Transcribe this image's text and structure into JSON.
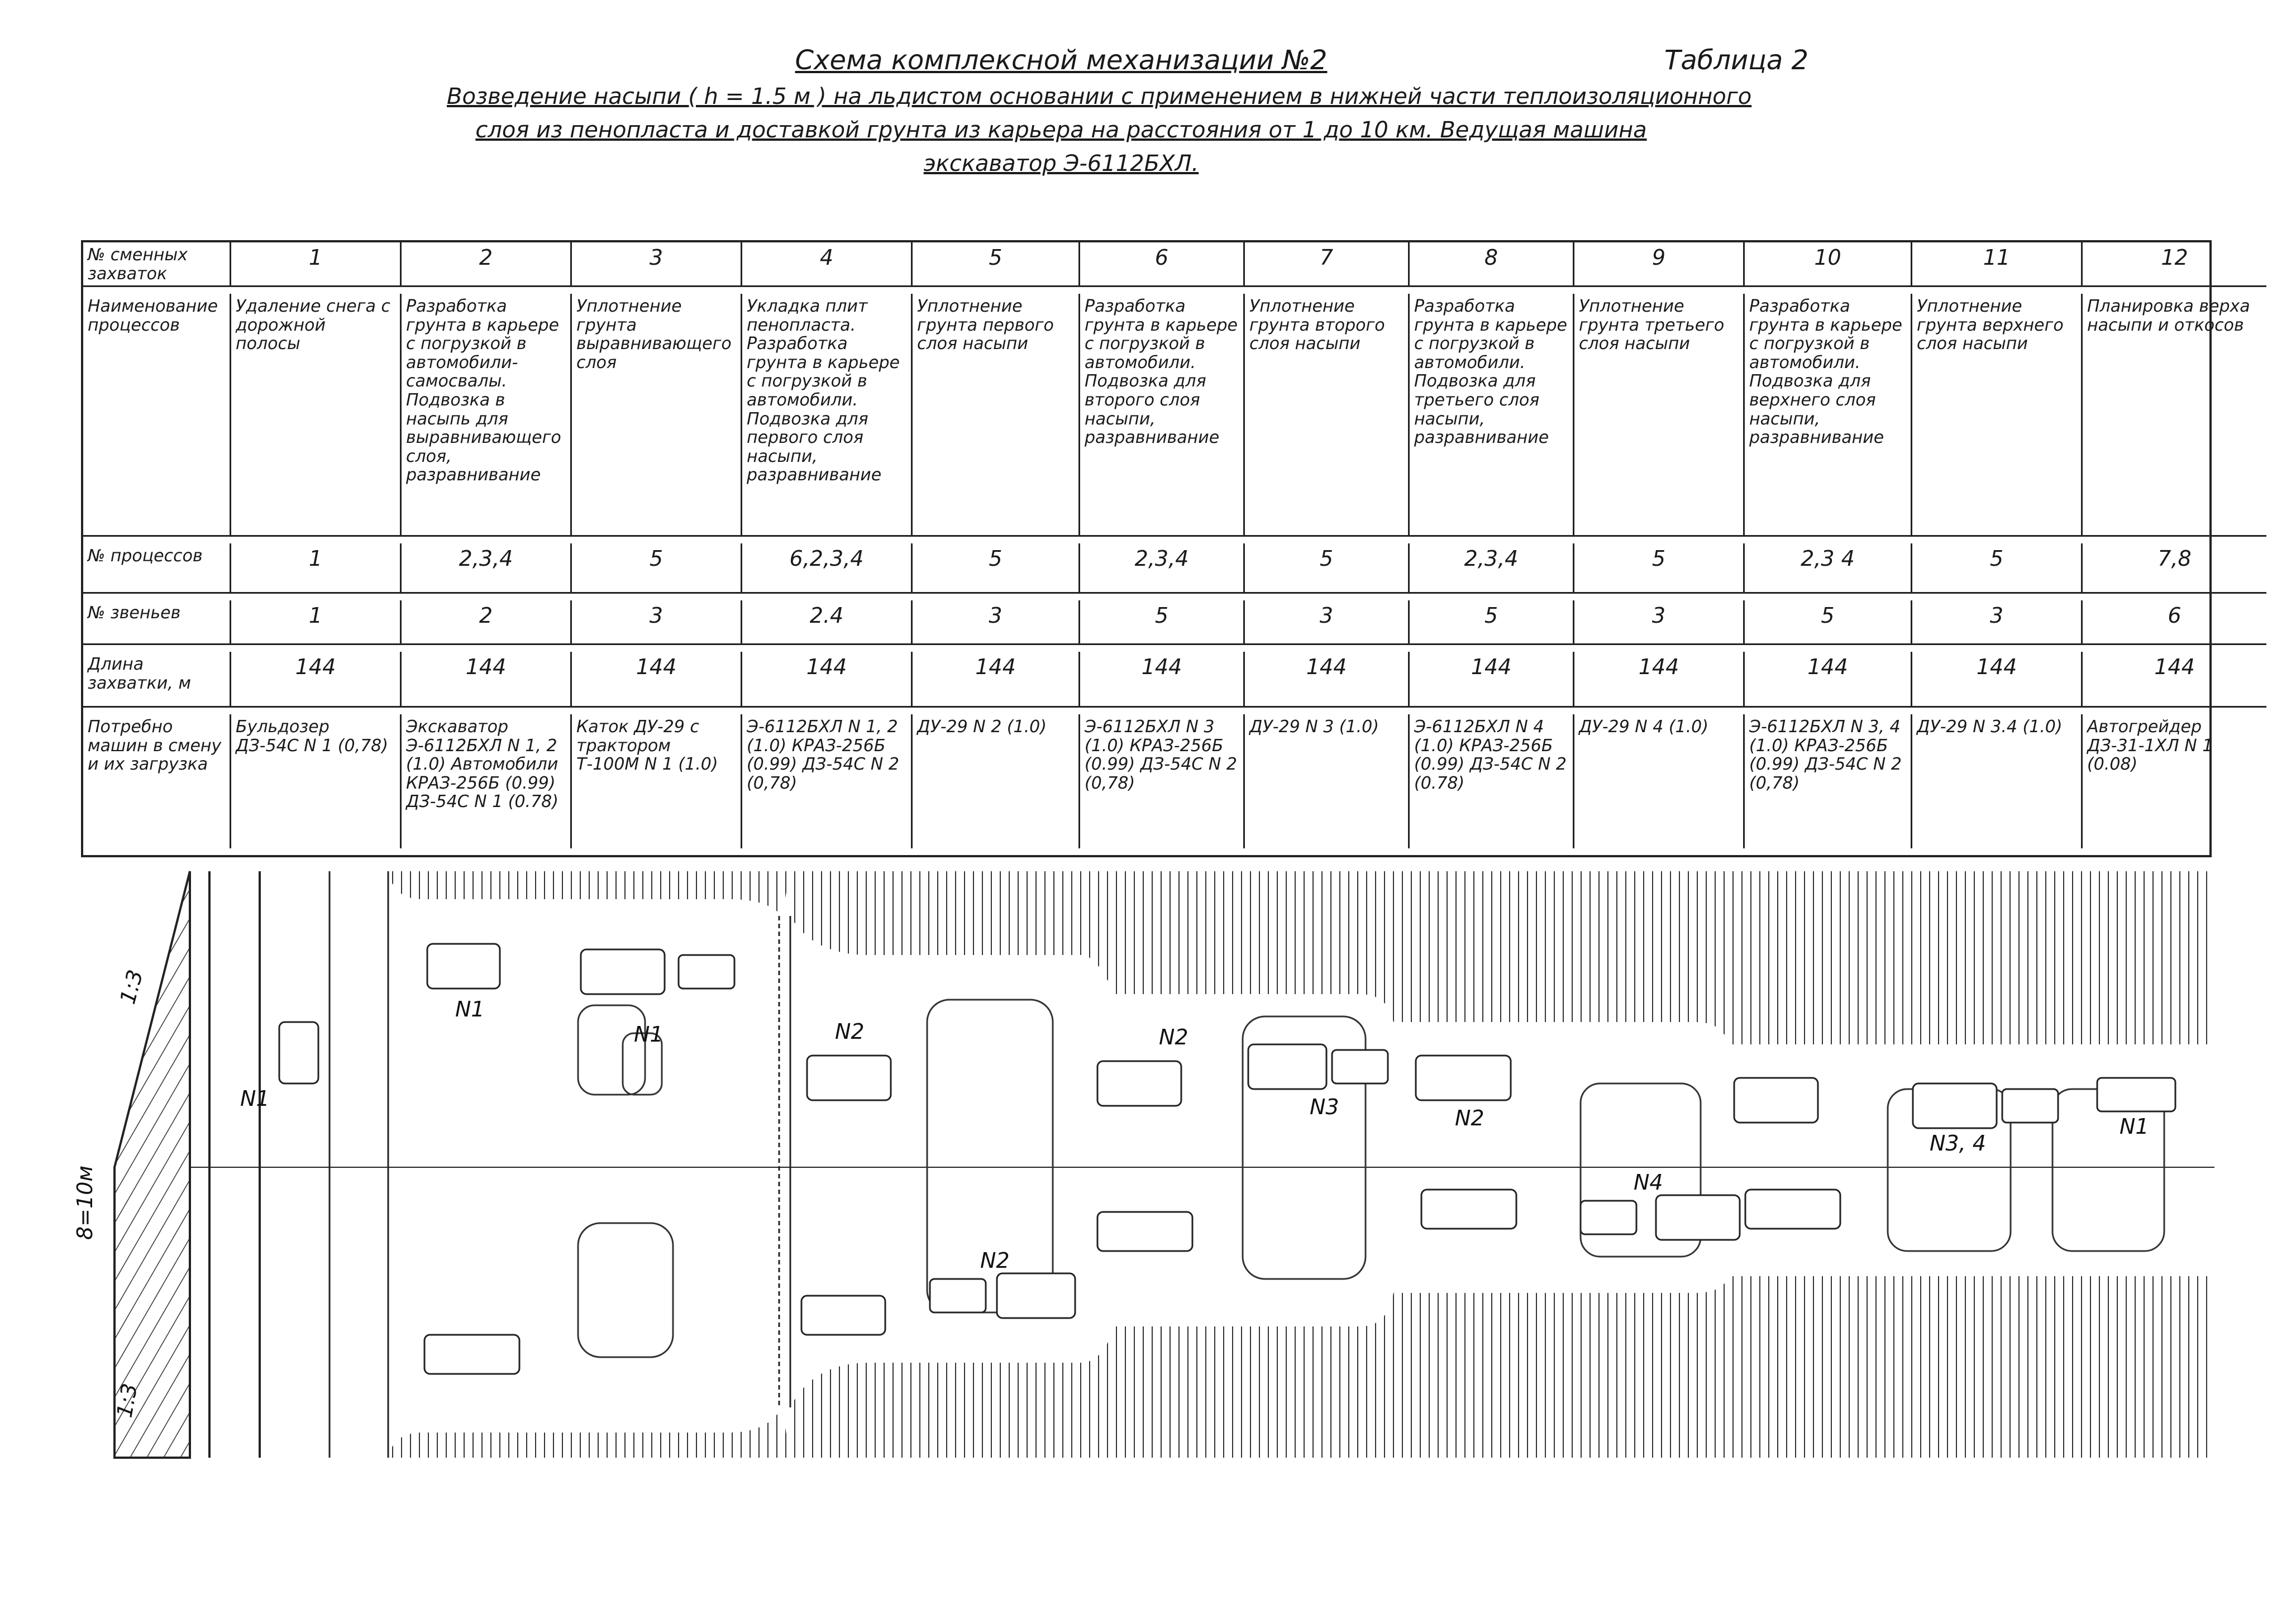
{
  "title": "Схема комплексной механизации №2",
  "subtitle_lines": [
    "Возведение насыпи ( h = 1.5 м ) на льдистом основании с применением в нижней части теплоизоляционного",
    "слоя из пенопласта и доставкой грунта из карьера на расстояния от 1 до 10 км. Ведущая машина",
    "экскаватор Э-6112БХЛ."
  ],
  "table_label": "Таблица 2",
  "table": {
    "row_headers": [
      "№ сменных захваток",
      "Наименование процессов",
      "№ процессов",
      "№ звеньев",
      "Длина захватки, м",
      "Потребно машин в смену и их загрузка"
    ],
    "columns": [
      {
        "n": "1",
        "process": "Удаление снега с дорожной полосы",
        "proc_no": "1",
        "links": "1",
        "length": "144",
        "machines": "Бульдозер ДЗ-54С N 1 (0,78)"
      },
      {
        "n": "2",
        "process": "Разработка грунта в карьере с погрузкой в автомобили-самосвалы. Подвозка в насыпь для выравнивающего слоя, разравнивание",
        "proc_no": "2,3,4",
        "links": "2",
        "length": "144",
        "machines": "Экскаватор Э-6112БХЛ N 1, 2 (1.0) Автомобили КРАЗ-256Б (0.99) ДЗ-54С N 1 (0.78)"
      },
      {
        "n": "3",
        "process": "Уплотнение грунта выравнивающего слоя",
        "proc_no": "5",
        "links": "3",
        "length": "144",
        "machines": "Каток ДУ-29 с трактором Т-100М N 1 (1.0)"
      },
      {
        "n": "4",
        "process": "Укладка плит пенопласта. Разработка грунта в карьере с погрузкой в автомобили. Подвозка для первого слоя насыпи, разравнивание",
        "proc_no": "6,2,3,4",
        "links": "2.4",
        "length": "144",
        "machines": "Э-6112БХЛ N 1, 2 (1.0) КРАЗ-256Б (0.99) ДЗ-54С N 2 (0,78)"
      },
      {
        "n": "5",
        "process": "Уплотнение грунта первого слоя насыпи",
        "proc_no": "5",
        "links": "3",
        "length": "144",
        "machines": "ДУ-29 N 2 (1.0)"
      },
      {
        "n": "6",
        "process": "Разработка грунта в карьере с погрузкой в автомобили. Подвозка для второго слоя насыпи, разравнивание",
        "proc_no": "2,3,4",
        "links": "5",
        "length": "144",
        "machines": "Э-6112БХЛ N 3 (1.0) КРАЗ-256Б (0.99) ДЗ-54С N 2 (0,78)"
      },
      {
        "n": "7",
        "process": "Уплотнение грунта второго слоя насыпи",
        "proc_no": "5",
        "links": "3",
        "length": "144",
        "machines": "ДУ-29 N 3 (1.0)"
      },
      {
        "n": "8",
        "process": "Разработка грунта в карьере с погрузкой в автомобили. Подвозка для третьего слоя насыпи, разравнивание",
        "proc_no": "2,3,4",
        "links": "5",
        "length": "144",
        "machines": "Э-6112БХЛ N 4 (1.0) КРАЗ-256Б (0.99) ДЗ-54С N 2 (0.78)"
      },
      {
        "n": "9",
        "process": "Уплотнение грунта третьего слоя насыпи",
        "proc_no": "5",
        "links": "3",
        "length": "144",
        "machines": "ДУ-29 N 4 (1.0)"
      },
      {
        "n": "10",
        "process": "Разработка грунта в карьере с погрузкой в автомобили. Подвозка для верхнего слоя насыпи, разравнивание",
        "proc_no": "2,3 4",
        "links": "5",
        "length": "144",
        "machines": "Э-6112БХЛ N 3, 4 (1.0) КРАЗ-256Б (0.99) ДЗ-54С N 2 (0,78)"
      },
      {
        "n": "11",
        "process": "Уплотнение грунта верхнего слоя насыпи",
        "proc_no": "5",
        "links": "3",
        "length": "144",
        "machines": "ДУ-29 N 3.4 (1.0)"
      },
      {
        "n": "12",
        "process": "Планировка верха насыпи и откосов",
        "proc_no": "7,8",
        "links": "6",
        "length": "144",
        "machines": "Автогрейдер ДЗ-31-1ХЛ N 1 (0.08)"
      }
    ]
  },
  "diagram": {
    "slope_top": "1:3",
    "slope_bottom": "1:3",
    "width_label": "8=10м",
    "labels": {
      "n1_col1": "N1",
      "n1_col2": "N1",
      "n1_col3": "N1",
      "n2_col4": "N2",
      "n2_col5": "N2",
      "n2_col6": "N2",
      "n3_col7": "N3",
      "n2_col8": "N2",
      "n4_col9": "N4",
      "n34_col11": "N3, 4",
      "n1_col12": "N1"
    }
  }
}
